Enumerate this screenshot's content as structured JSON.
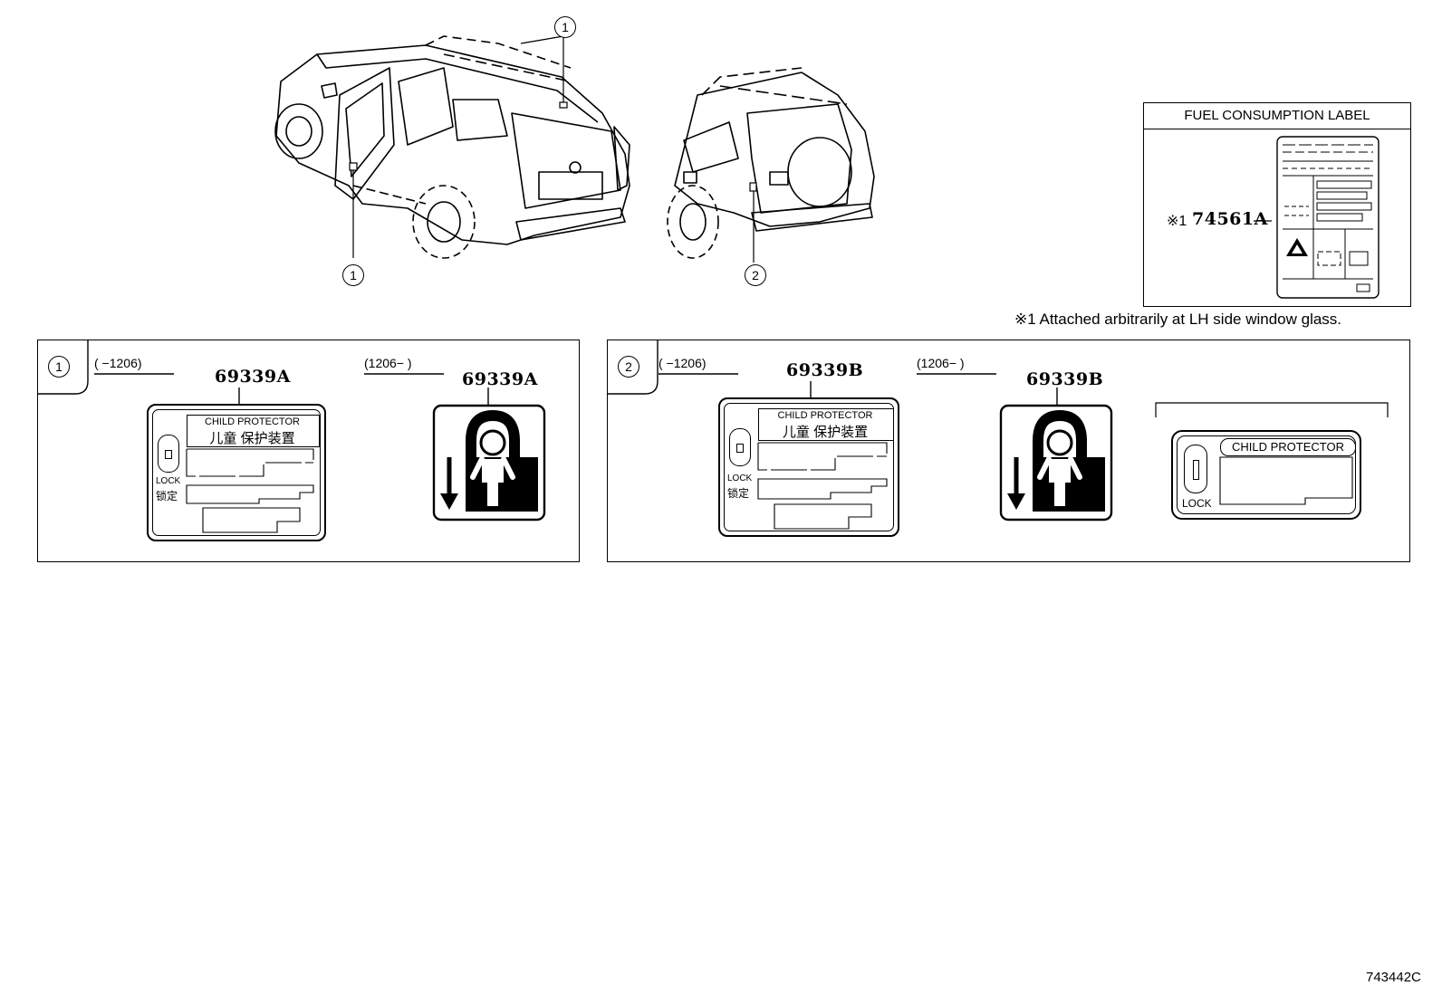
{
  "callouts": {
    "one": "1",
    "two": "2"
  },
  "fuel_box": {
    "title": "FUEL CONSUMPTION LABEL",
    "mark": "※1",
    "part_no": "74561A"
  },
  "footnote": "※1  Attached arbitrarily at LH side window glass.",
  "panel1": {
    "callout": "1",
    "range_a": "(    −1206)",
    "range_b": "(1206−    )",
    "part_a": "69339A",
    "part_b": "69339A",
    "label": {
      "en": "CHILD PROTECTOR",
      "zh": "儿童 保护装置",
      "lock_en": "LOCK",
      "lock_zh": "锁定"
    }
  },
  "panel2": {
    "callout": "2",
    "range_a": "(    −1206)",
    "range_b": "(1206−    )",
    "part_a": "69339B",
    "part_b": "69339B",
    "label": {
      "en": "CHILD PROTECTOR",
      "zh": "儿童 保护装置",
      "lock_en": "LOCK",
      "lock_zh": "锁定"
    },
    "label_c": {
      "en": "CHILD PROTECTOR",
      "lock_en": "LOCK"
    }
  },
  "diagram_id": "743442C",
  "icons": [
    "padlock-child-icon",
    "down-arrow-icon",
    "lock-switch-icon",
    "warning-triangle-icon"
  ]
}
